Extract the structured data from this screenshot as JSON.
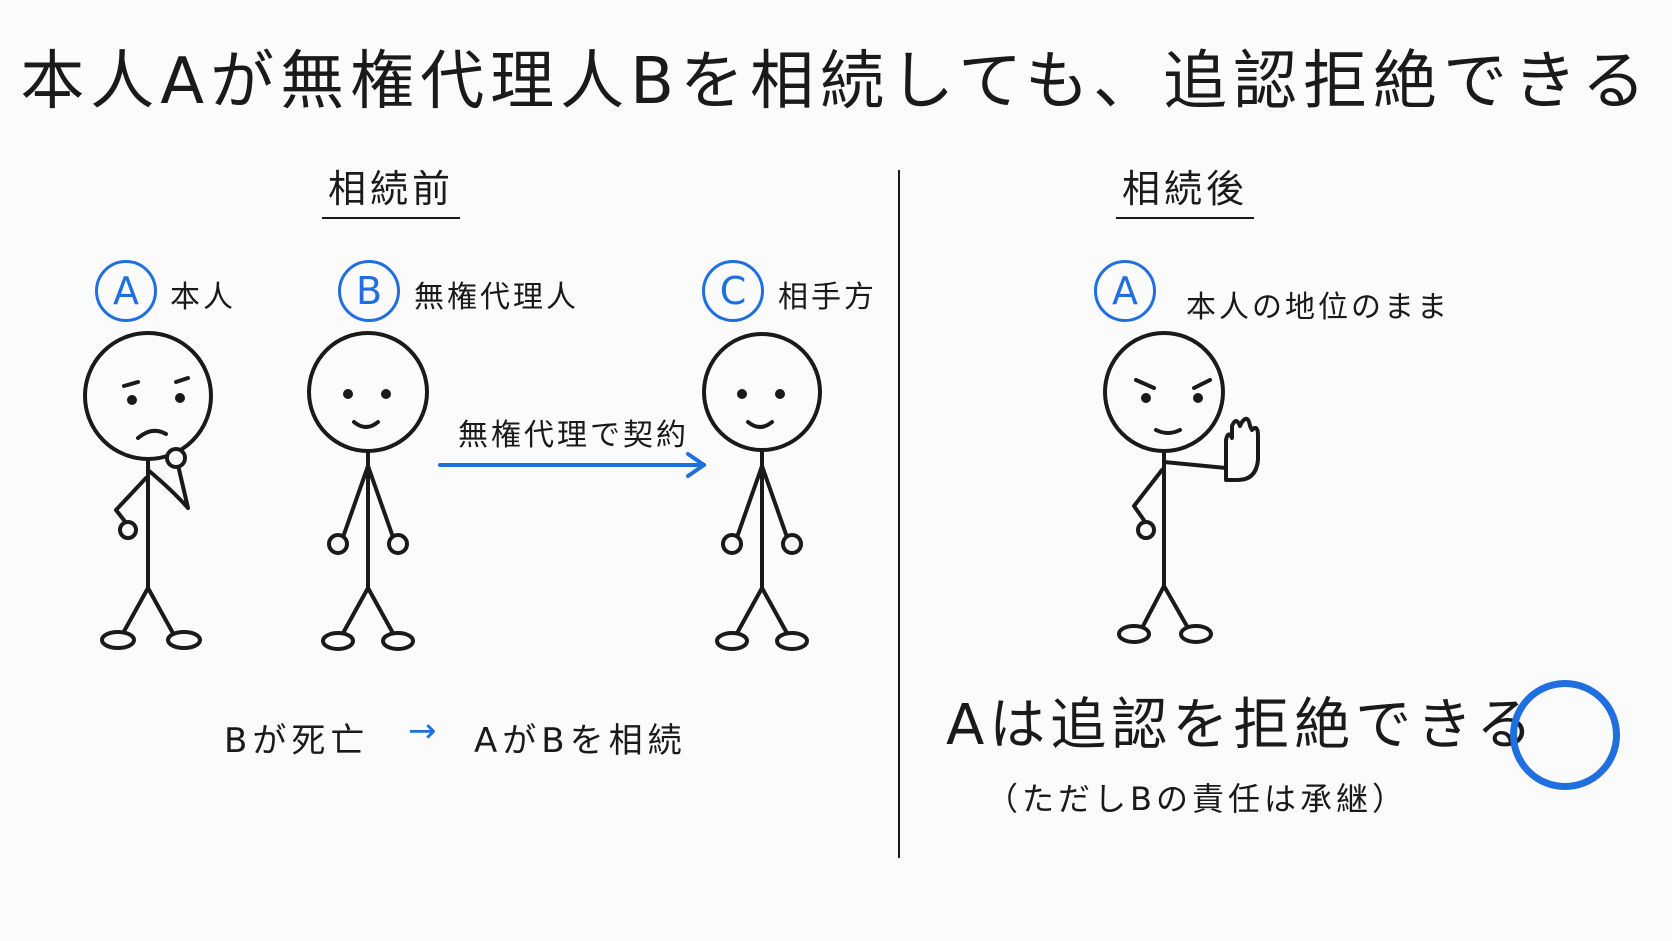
{
  "title": "本人Aが無権代理人Bを相続しても、追認拒絶できる",
  "left_panel": {
    "heading": "相続前",
    "persons": [
      {
        "badge": "A",
        "label": "本人"
      },
      {
        "badge": "B",
        "label": "無権代理人"
      },
      {
        "badge": "C",
        "label": "相手方"
      }
    ],
    "arrow_label": "無権代理で契約",
    "bottom_note": {
      "left": "Bが死亡",
      "arrow": "→",
      "right": "AがBを相続"
    }
  },
  "right_panel": {
    "heading": "相続後",
    "person": {
      "badge": "A",
      "label": "本人の地位のまま"
    },
    "conclusion": "Aは追認を拒絶できる",
    "caveat": "（ただしBの責任は承継）"
  },
  "colors": {
    "accent": "#1f6fe0",
    "ink": "#1a1a1a"
  },
  "icons": [
    "thinking-stick-figure",
    "smiling-stick-figure",
    "stop-hand-stick-figure",
    "right-arrow-icon",
    "ok-circle-icon"
  ]
}
